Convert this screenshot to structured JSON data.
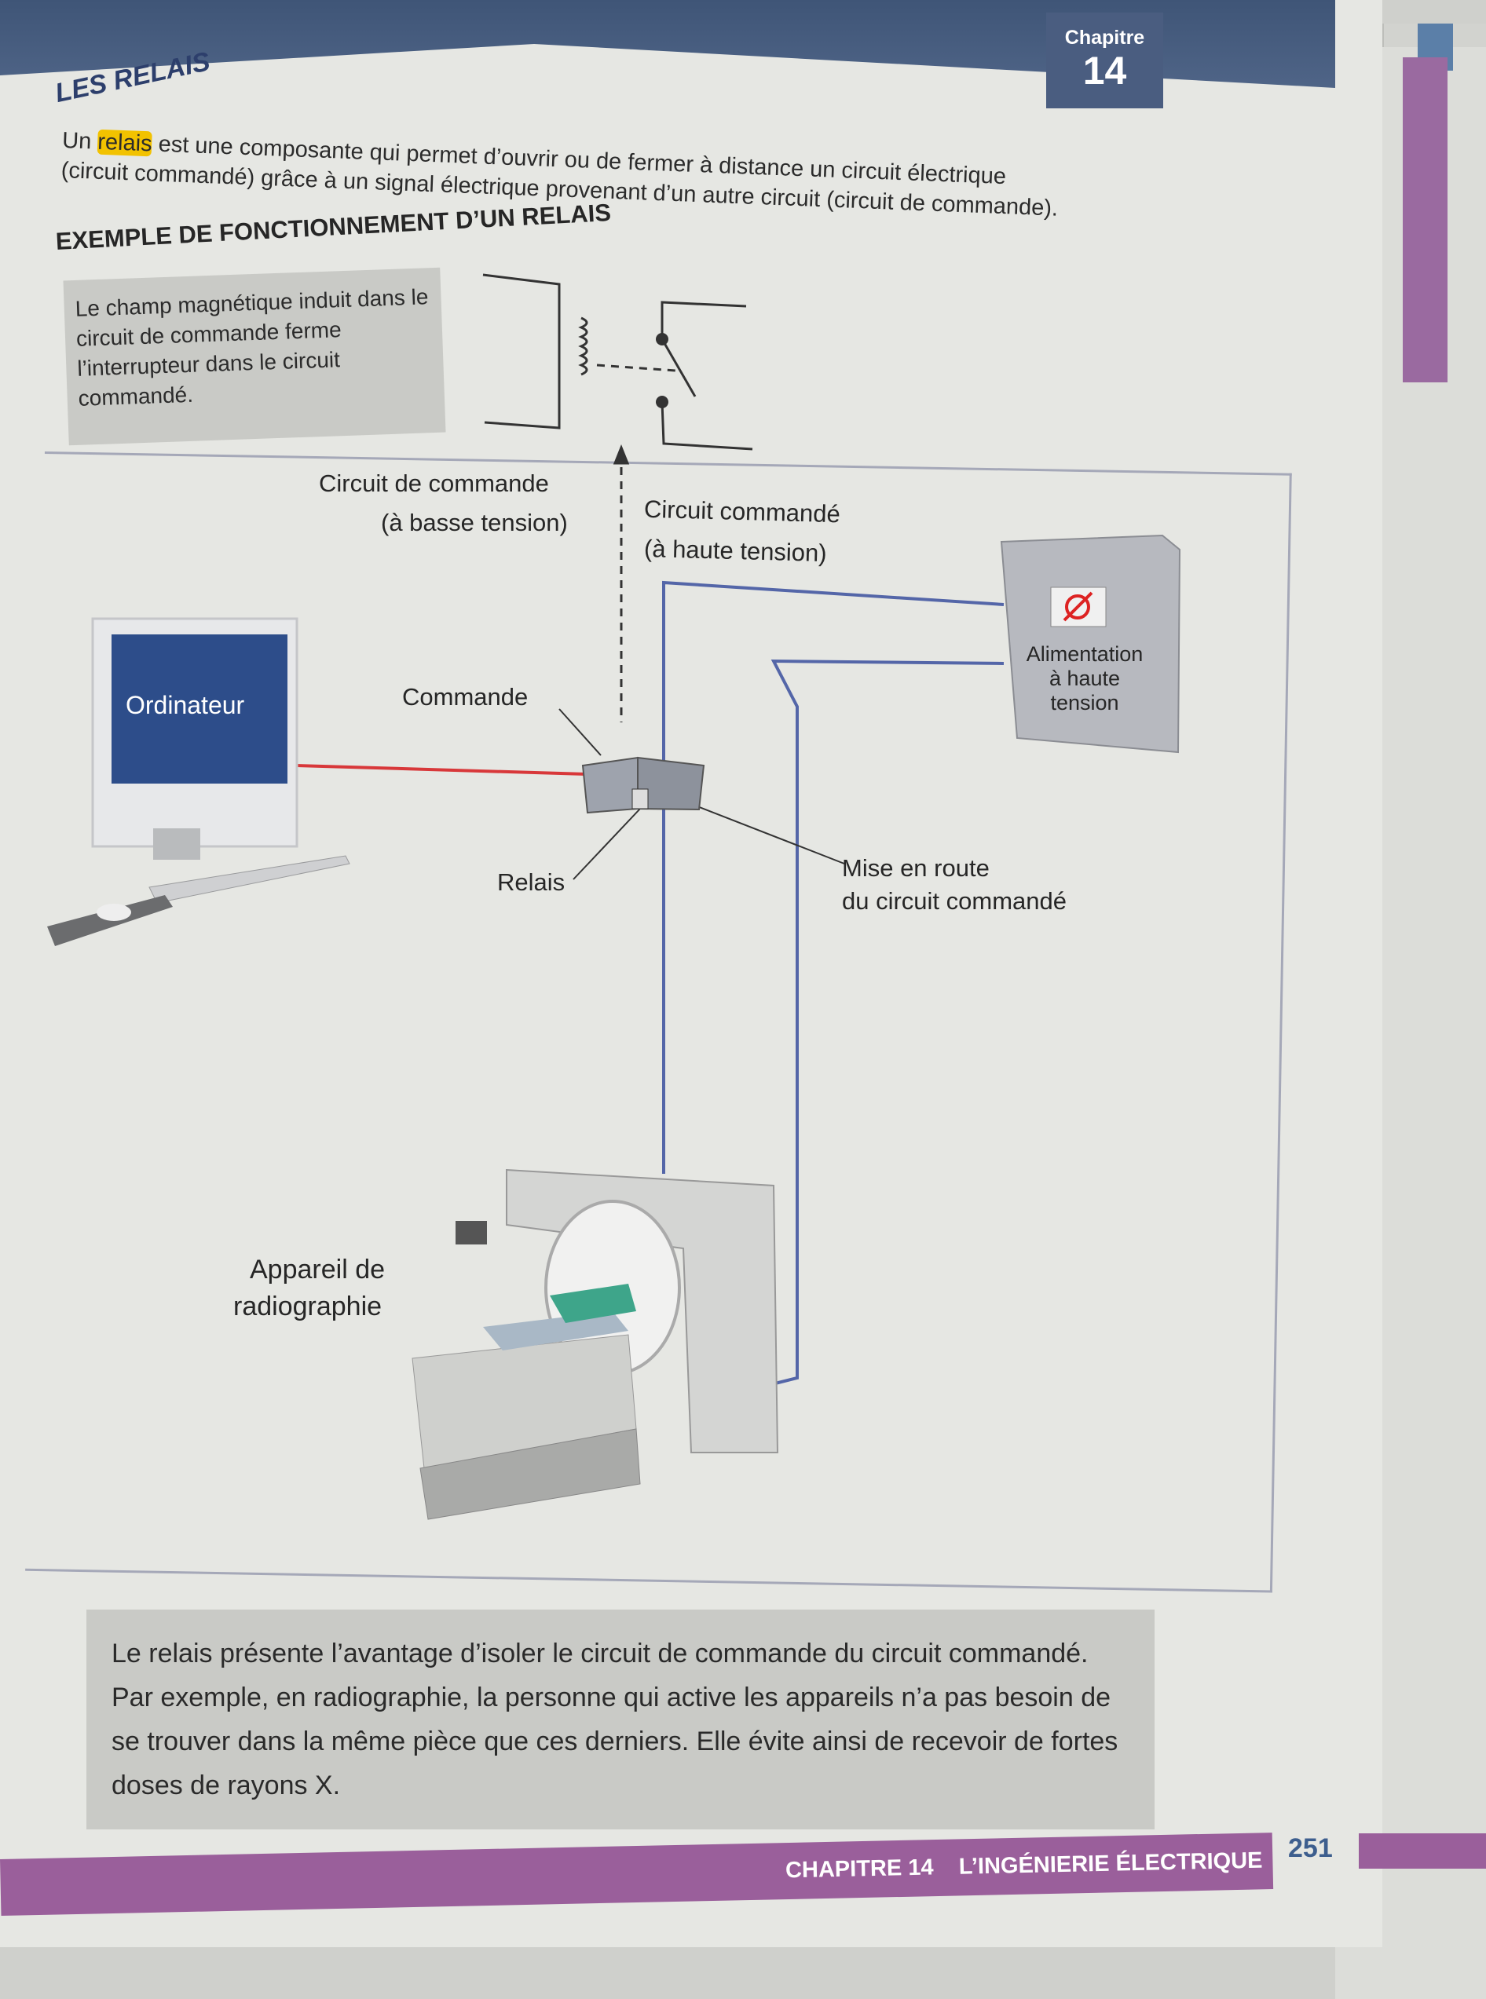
{
  "header": {
    "chapter_label": "Chapitre",
    "chapter_number": "14"
  },
  "section": {
    "title": "LES RELAIS",
    "intro_prefix": "Un ",
    "intro_highlight": "relais",
    "intro_rest": " est une composante qui permet d’ouvrir ou de fermer à distance un circuit électrique (circuit commandé) grâce à un signal électrique provenant d’un autre circuit (circuit de commande).",
    "example_heading": "EXEMPLE DE FONCTIONNEMENT D’UN RELAIS",
    "caption": "Le champ magnétique induit dans le circuit de commande ferme l’interrupteur dans le circuit commandé."
  },
  "diagram": {
    "control_circuit": "Circuit de commande",
    "control_circuit_sub": "(à basse tension)",
    "controlled_circuit": "Circuit commandé",
    "controlled_circuit_sub": "(à haute tension)",
    "computer": "Ordinateur",
    "command": "Commande",
    "relay": "Relais",
    "power_1": "Alimentation",
    "power_2": "à haute",
    "power_3": "tension",
    "startup_1": "Mise en route",
    "startup_2": "du circuit commandé",
    "xray_1": "Appareil de",
    "xray_2": "radiographie",
    "colors": {
      "control_wire": "#d8383a",
      "controlled_wire": "#5466a8"
    }
  },
  "note": "Le relais présente l’avantage d’isoler le circuit de commande du circuit commandé. Par exemple, en radiographie, la personne qui active les appareils n’a pas besoin de se trouver dans la même pièce que ces derniers. Elle évite ainsi de recevoir de fortes doses de rayons X.",
  "footer": {
    "chapter": "CHAPITRE 14",
    "title": "L’INGÉNIERIE ÉLECTRIQUE",
    "page": "251",
    "accent": "#9a5f9b"
  }
}
